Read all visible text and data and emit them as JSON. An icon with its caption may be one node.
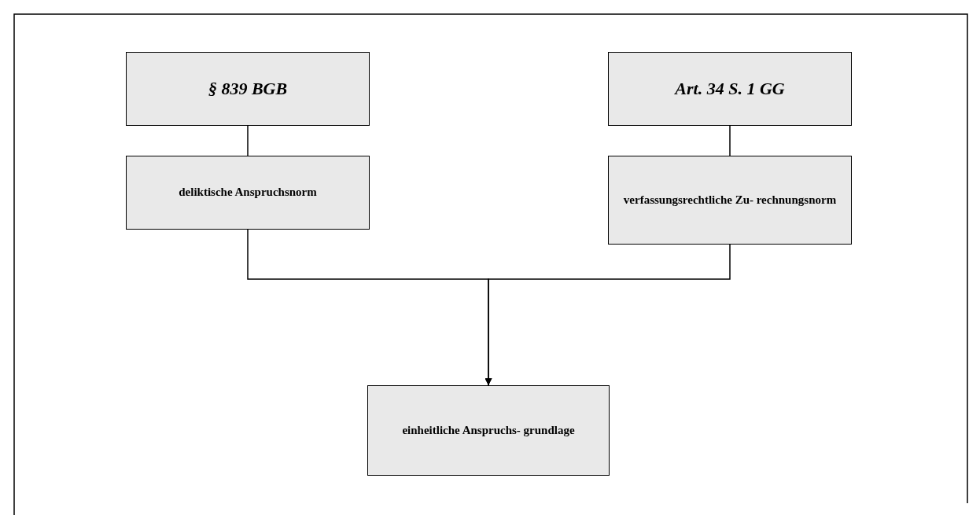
{
  "diagram": {
    "nodes": [
      {
        "text": [
          "§ 839 BGB"
        ]
      },
      {
        "text": [
          "Art. 34 S. 1 GG"
        ]
      },
      {
        "text": [
          "deliktische Anspruchsnorm"
        ]
      },
      {
        "text": [
          "verfassungsrechtliche Zu- rechnungsnorm"
        ]
      },
      {
        "text": [
          "einheitliche Anspruchs- grundlage"
        ]
      }
    ],
    "edges": [
      {
        "from": 0,
        "to": 2,
        "arrow": "none"
      },
      {
        "from": 1,
        "to": 3,
        "arrow": "none"
      },
      {
        "from": 2,
        "to": 4,
        "arrow": "to"
      },
      {
        "from": 3,
        "to": 4,
        "arrow": "to"
      }
    ]
  }
}
